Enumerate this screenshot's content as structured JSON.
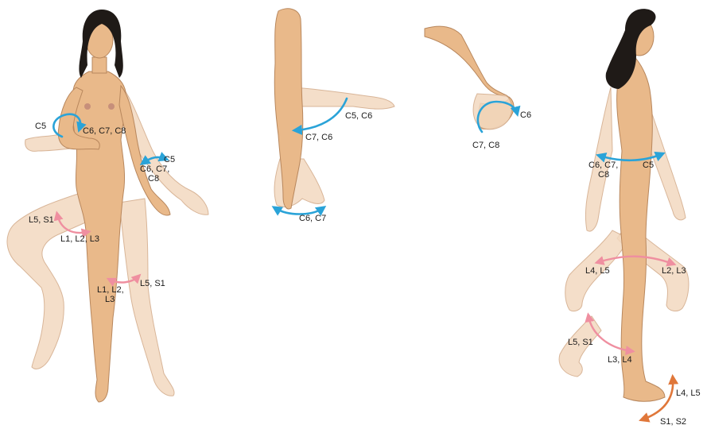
{
  "colors": {
    "background": "#ffffff",
    "skin": "#e9b98a",
    "skin_ghost": "#f3d9c0",
    "hair": "#1f1a17",
    "arrow_upper_limb": "#2aa3d8",
    "arrow_hip_knee": "#ef8fa0",
    "arrow_ankle": "#e0773a",
    "label_text": "#1a1a1a"
  },
  "labels": {
    "front_shoulder_c5": "C5",
    "front_shoulder_c6c7c8": "C6, C7, C8",
    "front_elbow_c5": "C5",
    "front_elbow_c6c7": "C6, C7,",
    "front_elbow_c8": "C8",
    "front_hip_l5s1": "L5, S1",
    "front_hip_l1l2l3": "L1, L2, L3",
    "front_knee_l1l2": "L1, L2,",
    "front_knee_l3": "L3",
    "front_knee_l5s1": "L5, S1",
    "arm_elbow_c5c6": "C5, C6",
    "arm_elbow_c7c6": "C7, C6",
    "arm_wrist_c6c7": "C6, C7",
    "hand_c6": "C6",
    "hand_c7c8": "C7, C8",
    "side_trunk_c6c7": "C6, C7,",
    "side_trunk_c8": "C8",
    "side_trunk_c5": "C5",
    "side_hip_l4l5": "L4, L5",
    "side_hip_l2l3": "L2, L3",
    "side_knee_l5s1": "L5, S1",
    "side_knee_l3l4": "L3, L4",
    "side_ankle_l4l5": "L4, L5",
    "side_ankle_s1s2": "S1, S2"
  }
}
